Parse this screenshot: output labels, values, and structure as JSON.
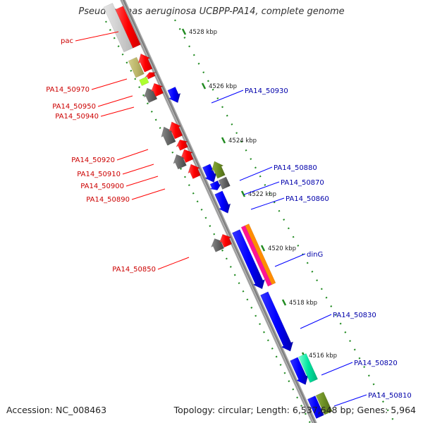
{
  "title": "Pseudomonas aeruginosa UCBPP-PA14, complete genome",
  "footer": {
    "accession": "Accession: NC_008463",
    "summary": "Topology: circular; Length: 6,537,648 bp; Genes: 5,964"
  },
  "scale_ticks": [
    "4528 kbp",
    "4526 kbp",
    "4524 kbp",
    "4522 kbp",
    "4520 kbp",
    "4518 kbp",
    "4516 kbp"
  ],
  "labels_left": [
    "pac",
    "PA14_50970",
    "PA14_50950",
    "PA14_50940",
    "PA14_50920",
    "PA14_50910",
    "PA14_50900",
    "PA14_50890",
    "PA14_50850"
  ],
  "labels_right": [
    "PA14_50930",
    "PA14_50880",
    "PA14_50870",
    "PA14_50860",
    "dinG",
    "PA14_50830",
    "PA14_50820",
    "PA14_50810"
  ],
  "colors": {
    "forward_cds": "#ff0000",
    "reverse_cds": "#0000ff",
    "forward_label": "#cc0000",
    "reverse_label": "#0000aa",
    "backbone": "#808080",
    "tick": "#228b22",
    "gene_gray": "#666666",
    "gene_olive": "#6b8e23",
    "gene_khaki": "#bdb76b",
    "gene_lime": "#adff2f",
    "gene_teal": "#00e5a0",
    "gene_orange": "#ff8c00",
    "gene_magenta": "#ff1493"
  }
}
